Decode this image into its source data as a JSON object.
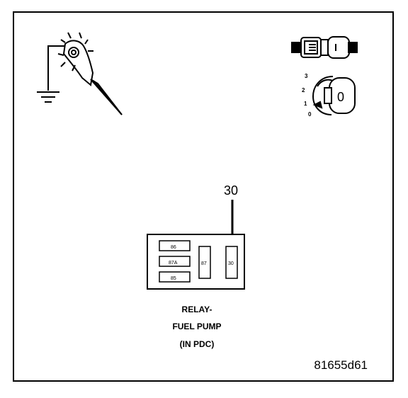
{
  "diagram": {
    "pin_callout": "30",
    "relay_pins": {
      "p86": "86",
      "p87a": "87A",
      "p85": "85",
      "p87": "87",
      "p30": "30"
    },
    "caption": {
      "line1": "RELAY-",
      "line2": "FUEL PUMP",
      "line3": "(IN PDC)"
    },
    "ignition_positions": {
      "p0": "0",
      "p1": "1",
      "p2": "2",
      "p3": "3"
    },
    "key_mark": "0",
    "figure_id": "81655d61"
  },
  "icons": [
    "test-light-icon",
    "ground-symbol-icon",
    "connector-icon",
    "ignition-key-icon"
  ]
}
